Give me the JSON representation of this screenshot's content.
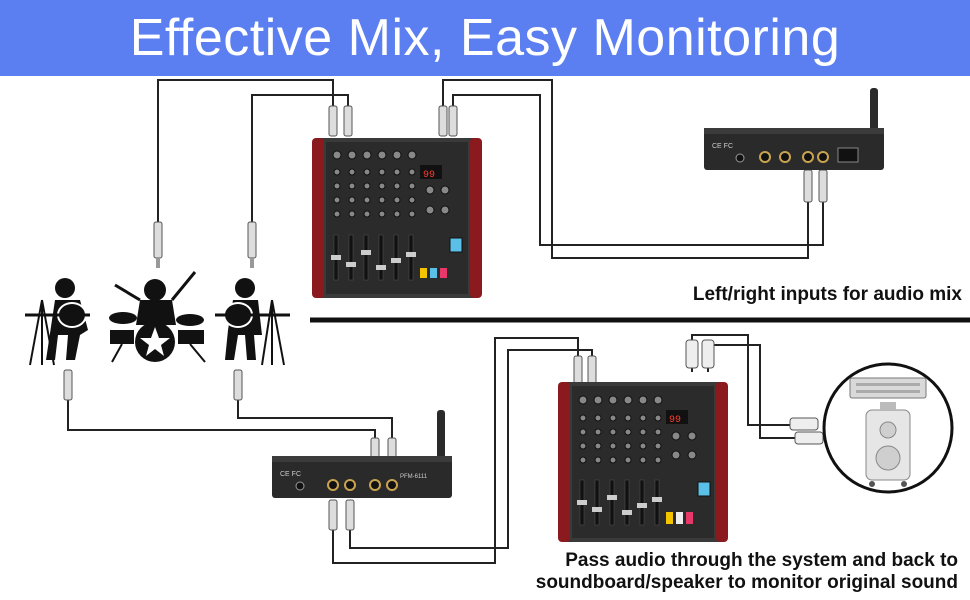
{
  "banner": {
    "title": "Effective Mix, Easy Monitoring",
    "background_color": "#5b7ff0",
    "text_color": "#ffffff"
  },
  "captions": {
    "left_right_inputs": "Left/right inputs for audio mix",
    "pass_through_line1": "Pass audio through the system and back to",
    "pass_through_line2": "soundboard/speaker to monitor original sound"
  },
  "device_labels": {
    "receiver_logo": "PFM-6111",
    "mixer_display": "99",
    "cert_marks": "CE FC"
  },
  "colors": {
    "cable": "#222222",
    "mixer_side_panel": "#8b1a1f",
    "device_body": "#2a2a2a",
    "divider": "#111111"
  },
  "icons": [
    "guitarist-icon",
    "drummer-icon",
    "speaker-icon",
    "amplifier-icon"
  ]
}
